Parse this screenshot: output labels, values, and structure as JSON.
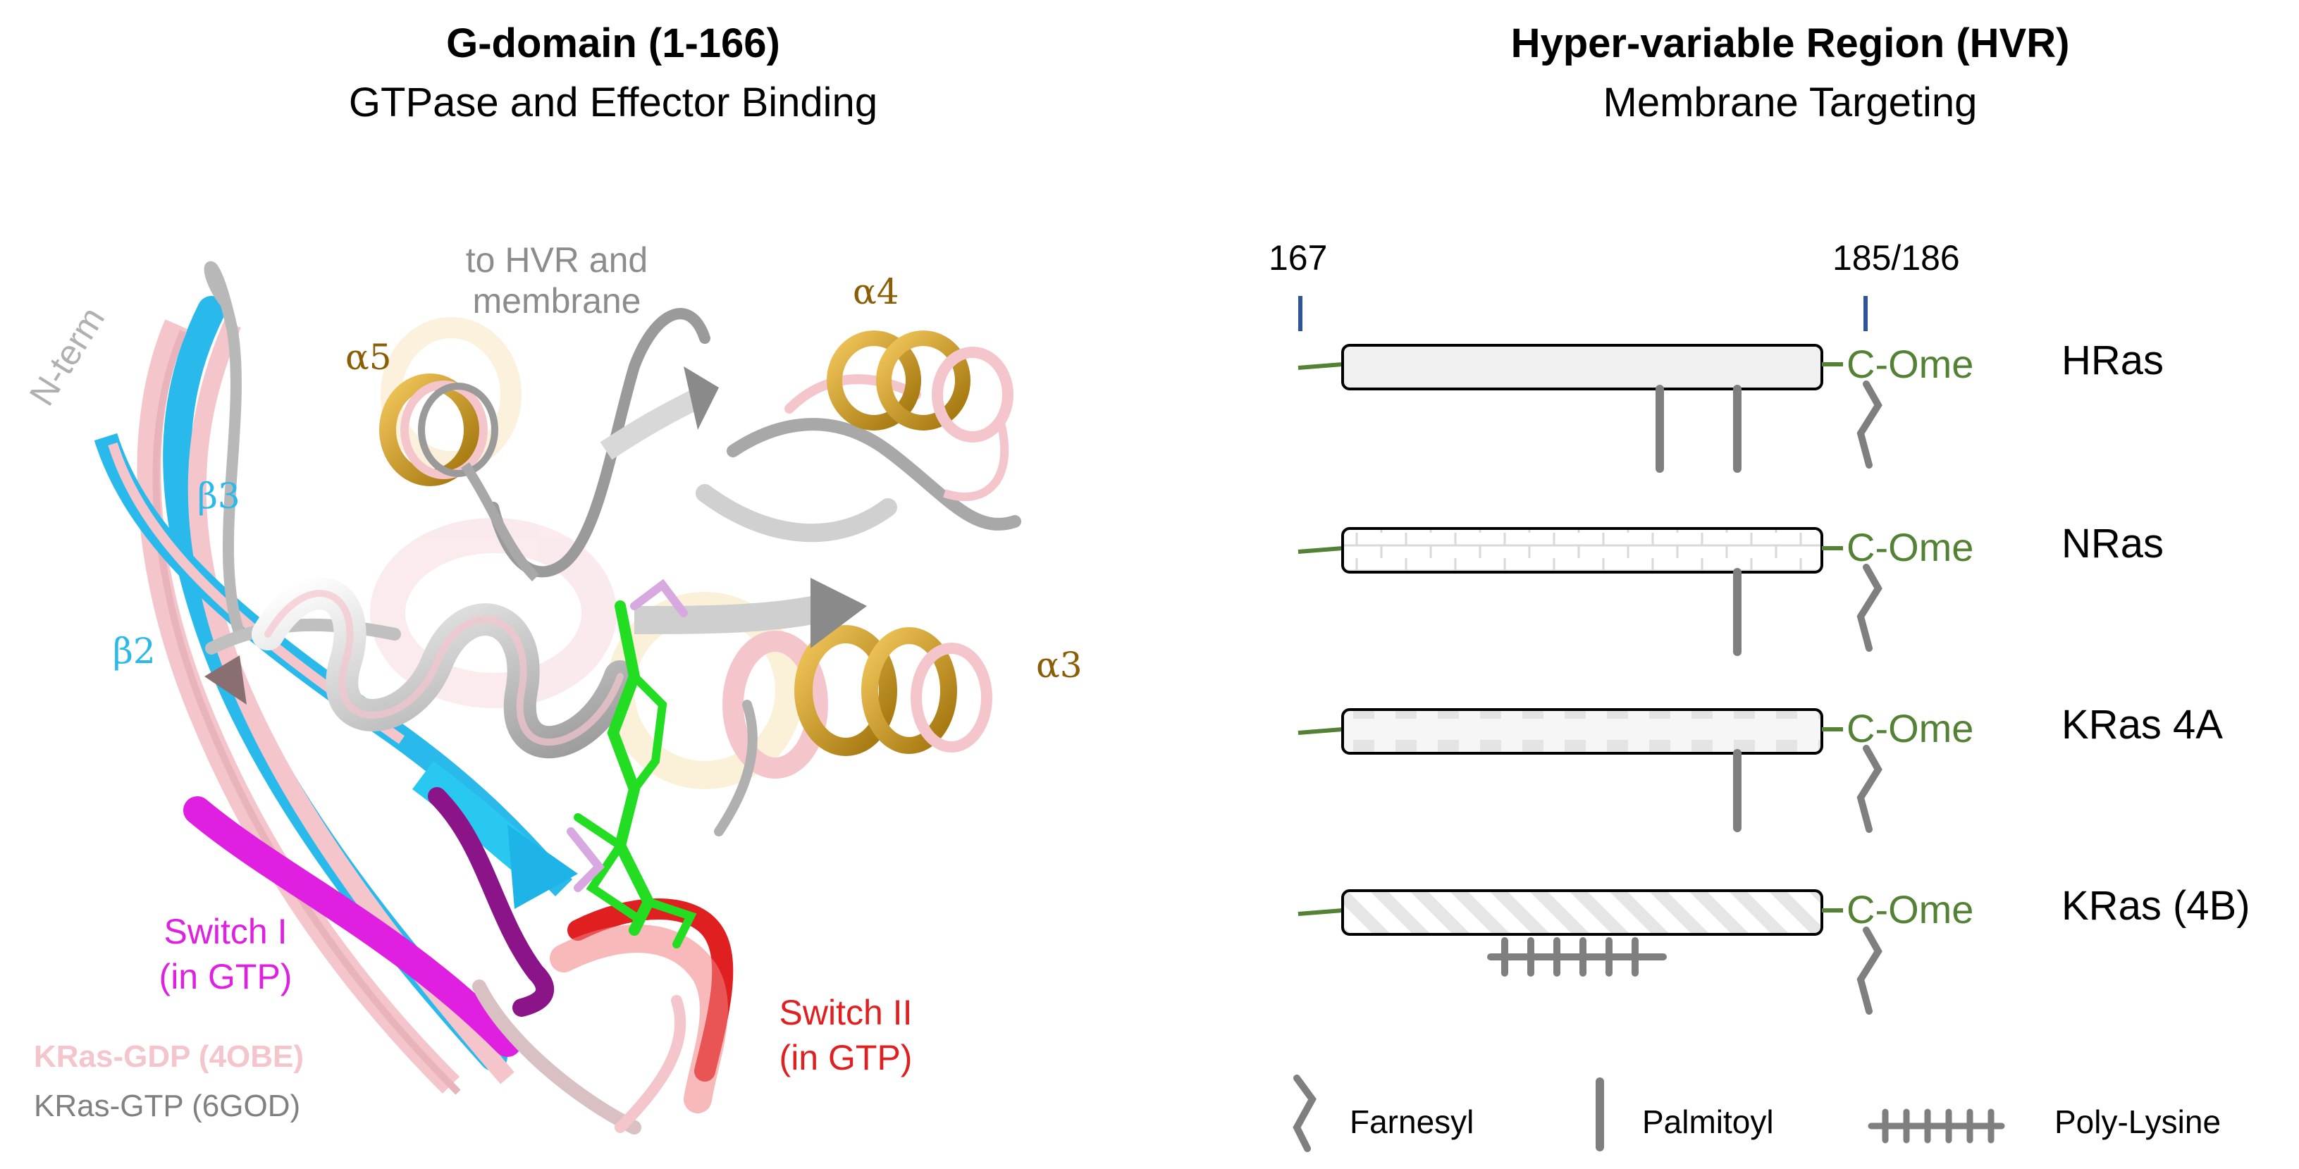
{
  "left_panel": {
    "title": "G-domain (1-166)",
    "subtitle": "GTPase and Effector Binding",
    "labels": {
      "n_term": "N-term",
      "to_hvr": "to HVR and",
      "to_hvr_line2": "membrane",
      "alpha5": "α5",
      "alpha4": "α4",
      "alpha3": "α3",
      "beta3": "β3",
      "beta2": "β2",
      "switch1": "Switch I",
      "switch1_sub": "(in GTP)",
      "switch2": "Switch II",
      "switch2_sub": "(in GTP)",
      "kras_gdp": "KRas-GDP (4OBE)",
      "kras_gtp": "KRas-GTP (6GOD)"
    },
    "colors": {
      "gdp_ribbon": "#f4c6cc",
      "gtp_ribbon": "#c8c8c8",
      "helix_gold": "#d9a21b",
      "beta_cyan": "#29b9ea",
      "switch1": "#e020e0",
      "switch2": "#e02020",
      "ligand": "#22dd22",
      "ligand_gdp": "#d8a8e0"
    }
  },
  "right_panel": {
    "title": "Hyper-variable Region (HVR)",
    "subtitle": "Membrane Targeting",
    "residue_start": "167",
    "residue_end": "185/186",
    "terminal_label": "C-Ome",
    "isoforms": [
      {
        "name": "HRas",
        "pattern": "solid",
        "palmitoyl_count": 2,
        "polylysine": false
      },
      {
        "name": "NRas",
        "pattern": "brick",
        "palmitoyl_count": 1,
        "polylysine": false
      },
      {
        "name": "KRas 4A",
        "pattern": "dotted",
        "palmitoyl_count": 1,
        "polylysine": false
      },
      {
        "name": "KRas (4B)",
        "pattern": "diagonal",
        "palmitoyl_count": 0,
        "polylysine": true
      }
    ],
    "legend": {
      "farnesyl": "Farnesyl",
      "palmitoyl": "Palmitoyl",
      "polylysine": "Poly-Lysine"
    },
    "colors": {
      "tick_blue": "#2f5597",
      "linker_green": "#548235",
      "modification_gray": "#7f7f7f",
      "bar_border": "#000000"
    }
  }
}
